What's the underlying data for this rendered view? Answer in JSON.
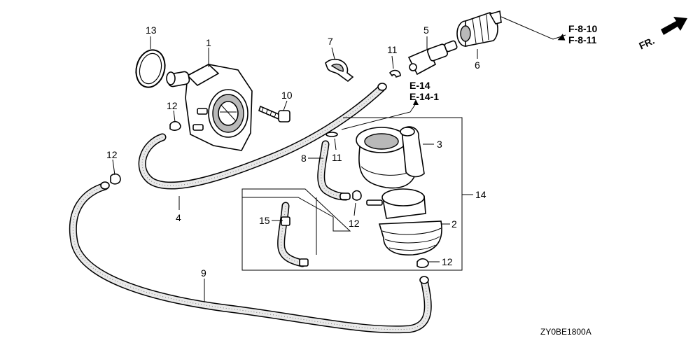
{
  "callouts": {
    "c1": "1",
    "c2": "2",
    "c3": "3",
    "c4": "4",
    "c5": "5",
    "c6": "6",
    "c7": "7",
    "c8": "8",
    "c9": "9",
    "c10": "10",
    "c11a": "11",
    "c11b": "11",
    "c12a": "12",
    "c12b": "12",
    "c12c": "12",
    "c12d": "12",
    "c13": "13",
    "c14": "14",
    "c15": "15"
  },
  "references": {
    "f_ref_1": "F-8-10",
    "f_ref_2": "F-8-11",
    "e_ref_1": "E-14",
    "e_ref_2": "E-14-1",
    "front": "FR."
  },
  "diagram_code": "ZY0BE1800A"
}
